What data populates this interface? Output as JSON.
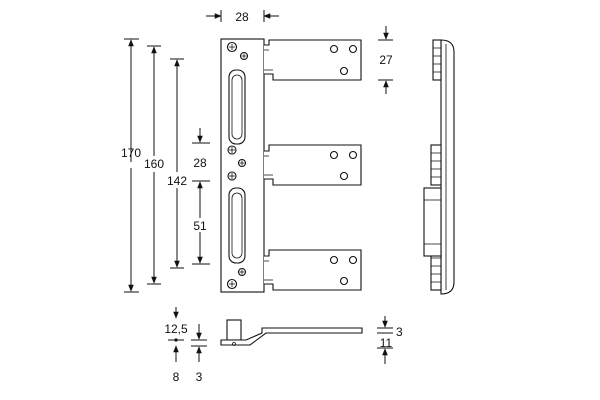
{
  "diagram": {
    "dimensions": {
      "top_width": "28",
      "left_170": "170",
      "left_160": "160",
      "left_142": "142",
      "inner_28": "28",
      "inner_51": "51",
      "right_27": "27",
      "bottom_12_5": "12,5",
      "bottom_8": "8",
      "bottom_3_left": "3",
      "bottom_3_right": "3",
      "bottom_11": "11"
    }
  }
}
